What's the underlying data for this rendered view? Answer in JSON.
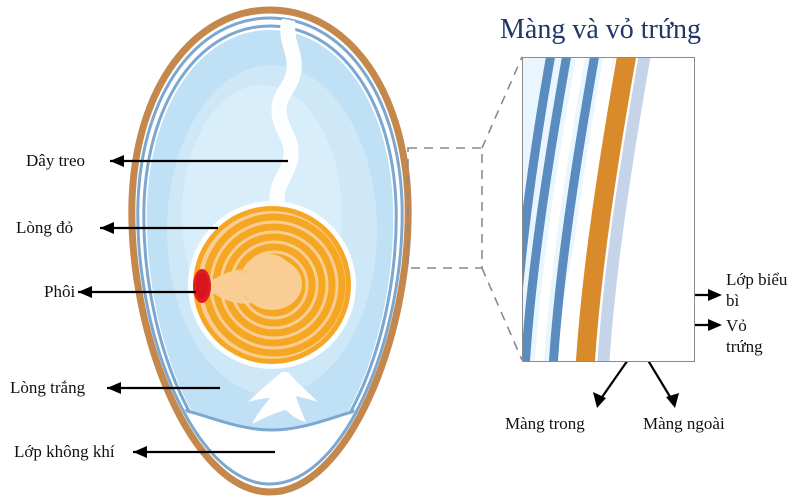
{
  "diagram": {
    "subject": "egg-anatomy-cross-section",
    "inset_title": "Màng và vỏ trứng",
    "left_labels": [
      {
        "name": "chalaza",
        "text": "Dây treo"
      },
      {
        "name": "yolk",
        "text": "Lòng đỏ"
      },
      {
        "name": "embryo",
        "text": "Phôi"
      },
      {
        "name": "albumen",
        "text": "Lòng trắng"
      },
      {
        "name": "air-cell",
        "text": "Lớp không khí"
      }
    ],
    "right_labels": [
      {
        "name": "cuticle",
        "text": "Lớp biểu bì"
      },
      {
        "name": "shell",
        "text": "Vỏ trứng"
      }
    ],
    "bottom_labels": [
      {
        "name": "inner-membrane",
        "text": "Màng trong"
      },
      {
        "name": "outer-membrane",
        "text": "Màng ngoài"
      }
    ]
  },
  "colors": {
    "shell_brown": "#c5884c",
    "membrane_blue": "#7ba7d0",
    "membrane_blue_dark": "#5b8cc0",
    "albumen_light": "#bfe0f5",
    "albumen_pale": "#e8f4fb",
    "yolk_orange": "#f5a623",
    "yolk_peach": "#f9cd93",
    "embryo_red": "#e01b22",
    "cuticle_gray": "#c5d4e8",
    "shell_orange": "#d98a2b",
    "title_navy": "#1f3864",
    "callout_gray": "#8a8a8a",
    "arrow_black": "#000000"
  }
}
